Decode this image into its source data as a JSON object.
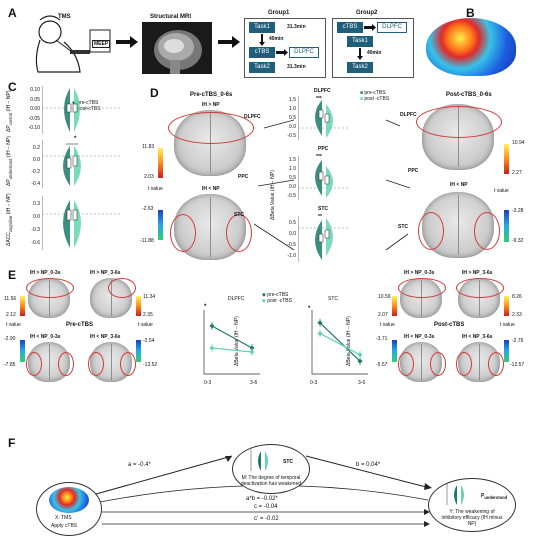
{
  "panels": {
    "a": "A",
    "b": "B",
    "c": "C",
    "d": "D",
    "e": "E",
    "f": "F"
  },
  "panelA": {
    "tms": "TMS",
    "meep": "MEEP",
    "mri_title": "Structural MRI",
    "group1": {
      "title": "Group1",
      "task1": "Task1",
      "t1": "31.3min",
      "wait": "40min",
      "ctbs": "cTBS",
      "dlpfc": "DLPFC",
      "task2": "Task2",
      "t2": "31.3min"
    },
    "group2": {
      "title": "Group2",
      "ctbs": "cTBS",
      "dlpfc": "DLPFC",
      "task1": "Task1",
      "wait": "40min",
      "task2": "Task2"
    }
  },
  "panelC": {
    "legend": [
      "pre-cTBS",
      "post-cTBS"
    ],
    "plot1": {
      "ylabel_main": "ΔP",
      "ylabel_sub": "control",
      "ylabel_unit": "(IH − NP)",
      "ticks": [
        "0.10",
        "0.05",
        "0.00",
        "-0.05",
        "-0.10"
      ]
    },
    "plot2": {
      "ylabel_main": "ΔP",
      "ylabel_sub": "understood",
      "ylabel_unit": "(IH − NP)",
      "ticks": [
        "0.2",
        "0.0",
        "-0.2",
        "-0.4"
      ],
      "sig": "*"
    },
    "plot3": {
      "ylabel_main": "ΔACC",
      "ylabel_sub": "cognitive",
      "ylabel_unit": "(IH − NP)",
      "ticks": [
        "0.3",
        "0.0",
        "-0.3",
        "-0.6"
      ]
    }
  },
  "panelD": {
    "pre_title": "Pre-cTBS_0-6s",
    "post_title": "Post-cTBS_0-6s",
    "ih_gt_np": "IH > NP",
    "ih_lt_np": "IH < NP",
    "labels": {
      "dlpfc": "DLPFC",
      "ppc": "PPC",
      "stc": "STC"
    },
    "cbar_left_warm": [
      "11.83",
      "2.03"
    ],
    "cbar_left_cool": [
      "-2.63",
      "-11.88"
    ],
    "cbar_right_warm": [
      "10.94",
      "2.27"
    ],
    "cbar_right_cool": [
      "-3.28",
      "-9.32"
    ],
    "tvalue": "t value",
    "legend": [
      "pre-cTBS",
      "post -cTBS"
    ],
    "ylabel": "ΔBeta Value (IH − NP)",
    "dlpfc": {
      "title": "DLPFC",
      "sig": "***",
      "ticks": [
        "1.5",
        "1.0",
        "0.5",
        "0.0",
        "-0.5"
      ]
    },
    "ppc": {
      "title": "PPC",
      "sig": "***",
      "ticks": [
        "1.5",
        "1.0",
        "0.5",
        "0.0",
        "-0.5"
      ]
    },
    "stc": {
      "title": "STC",
      "sig": "**",
      "ticks": [
        "0.5",
        "0.0",
        "-0.5",
        "-1.0"
      ]
    }
  },
  "panelE": {
    "pre_label": "Pre-cTBS",
    "post_label": "Post-cTBS",
    "ih_gt_03": "IH > NP_0-3s",
    "ih_gt_36": "IH > NP_3-6s",
    "ih_lt_03": "IH < NP_0-3s",
    "ih_lt_36": "IH < NP_3-6s",
    "left_warm": [
      "11.56",
      "2.12"
    ],
    "left_warm2": [
      "11.34",
      "2.35"
    ],
    "left_cool": [
      "-2.90",
      "-7.85"
    ],
    "left_cool2": [
      "-2.54",
      "-13.52"
    ],
    "right_warm": [
      "10.59",
      "2.07"
    ],
    "right_warm2": [
      "8.26",
      "2.33"
    ],
    "right_cool": [
      "-3.71",
      "-5.57"
    ],
    "right_cool2": [
      "-2.76",
      "-12.57"
    ],
    "tvalue": "t value",
    "dlpfc_title": "DLPFC",
    "stc_title": "STC",
    "legend": [
      "pre-cTBS",
      "post -cTBS"
    ],
    "ylabel": "ΔBeta Value (IH − NP)",
    "xticks": [
      "0-3",
      "3-6"
    ],
    "sig": "*"
  },
  "chart_data": [
    {
      "type": "line",
      "title": "DLPFC",
      "categories": [
        "0-3",
        "3-6"
      ],
      "series": [
        {
          "name": "pre-cTBS",
          "values": [
            1.0,
            0.45
          ]
        },
        {
          "name": "post -cTBS",
          "values": [
            0.45,
            0.35
          ]
        }
      ],
      "ylim": [
        -0.2,
        1.4
      ],
      "ylabel": "ΔBeta Value (IH − NP)"
    },
    {
      "type": "line",
      "title": "STC",
      "categories": [
        "0-3",
        "3-6"
      ],
      "series": [
        {
          "name": "pre-cTBS",
          "values": [
            -0.1,
            -1.0
          ]
        },
        {
          "name": "post -cTBS",
          "values": [
            -0.35,
            -0.85
          ]
        }
      ],
      "ylim": [
        -1.3,
        0.2
      ],
      "ylabel": "ΔBeta Value (IH − NP)"
    }
  ],
  "panelF": {
    "mediator": "M: The degree of temporal deactivation has weakened",
    "mediator_region": "STC",
    "x_label": "X: TMS",
    "x_sub": "Apply cTBS",
    "y_label": "Y: The weakening of inhibitory efficacy (IH minus NP)",
    "y_region": "P",
    "y_region_sub": "understood",
    "path_a": "a = -0.4*",
    "path_b": "b = 0.04*",
    "path_ab": "a*b = -0.02*",
    "path_c": "c = -0.04",
    "path_cp": "c' = -0.02"
  },
  "colors": {
    "teal": "#1f5f7a",
    "pre": "#1a7a6a",
    "post": "#63d4b0",
    "roi": "#d23b3b"
  }
}
